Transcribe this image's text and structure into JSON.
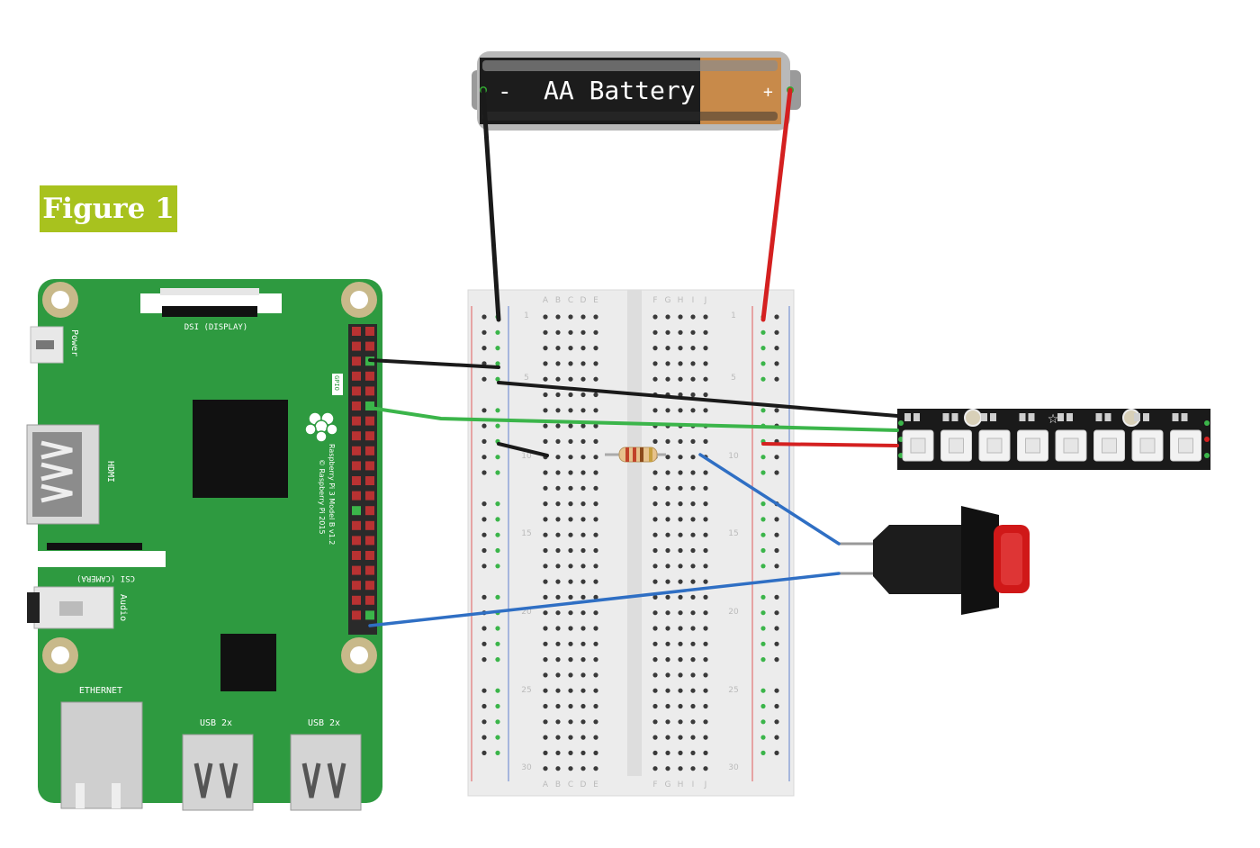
{
  "figure_label": "Figure 1",
  "battery": {
    "label": "AA Battery",
    "minus": "-",
    "plus": "+"
  },
  "pi": {
    "dsi_label": "DSI (DISPLAY)",
    "power_label": "Power",
    "hdmi_label": "HDMI",
    "gpio_label": "GPIO",
    "model_text": "Raspberry Pi 3 Model B v1.2",
    "copyright_text": "© Raspberry Pi 2015",
    "csi_label": "CSI (CAMERA)",
    "audio_label": "Audio",
    "ethernet_label": "ETHERNET",
    "usb_label_1": "USB 2x",
    "usb_label_2": "USB 2x"
  },
  "breadboard": {
    "cols_left": [
      "A",
      "B",
      "C",
      "D",
      "E"
    ],
    "cols_right": [
      "F",
      "G",
      "H",
      "I",
      "J"
    ],
    "row_numbers": [
      "1",
      "5",
      "10",
      "15",
      "20",
      "25",
      "30"
    ]
  },
  "colors": {
    "pi_green": "#2e9a40",
    "wire_black": "#1a1a1a",
    "wire_red": "#d42020",
    "wire_green": "#3bb54a",
    "wire_blue": "#2f6fc4",
    "figure_green": "#a8c21e",
    "button_red": "#d01818"
  }
}
